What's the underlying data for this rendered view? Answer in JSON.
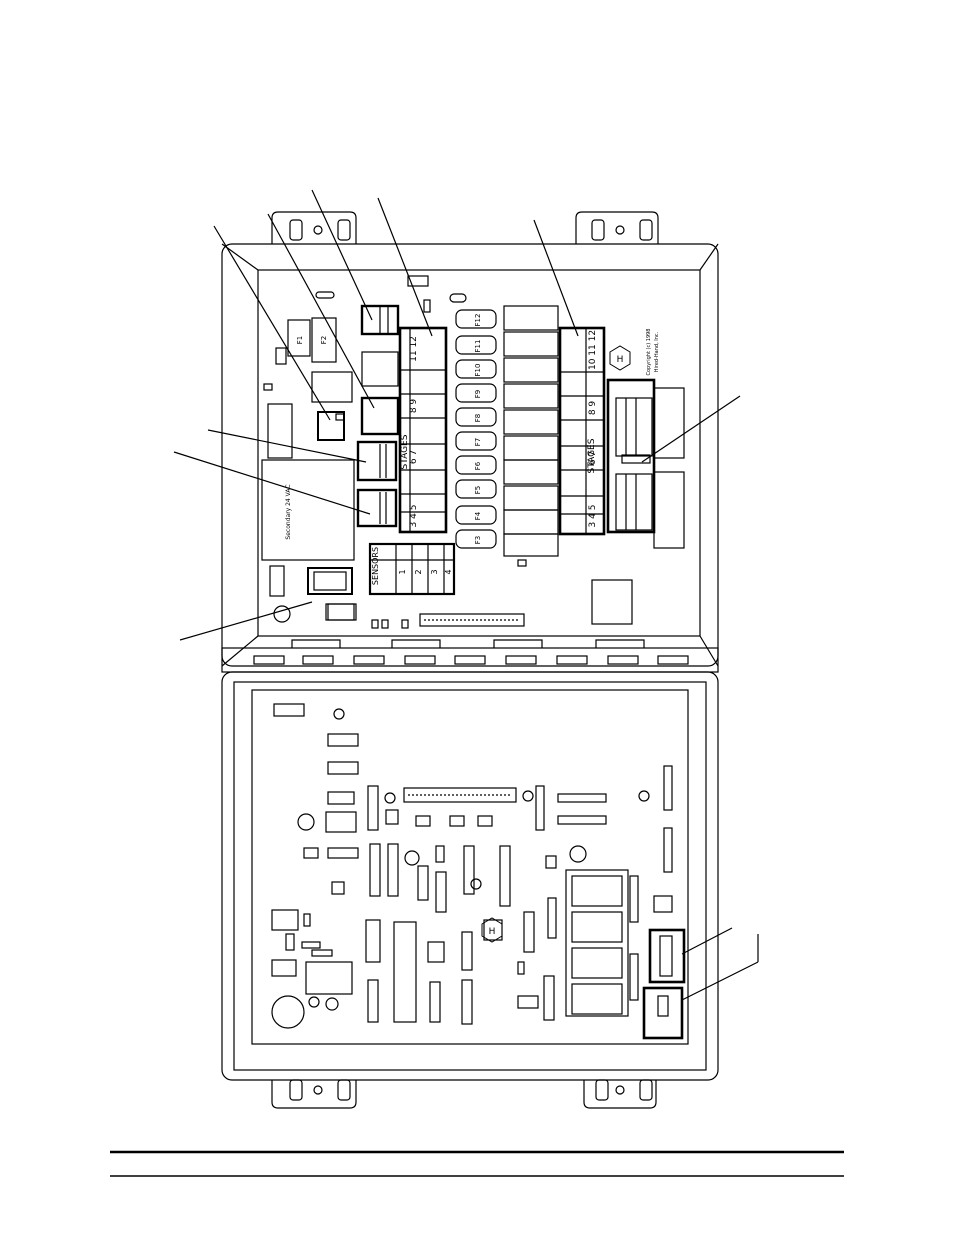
{
  "top_board": {
    "stage_label_left": "STAGES",
    "stage_label_right": "STAGES",
    "sensors_label": "SENSORS",
    "numbers_left": {
      "pair_a": "11 12",
      "pair_b": "8 9",
      "pair_c": "6 7",
      "pair_d": "3 4 5"
    },
    "numbers_right": {
      "pair_a": "10 11 12",
      "pair_b": "8 9",
      "pair_c": "6 7",
      "pair_d": "3 4 5"
    },
    "sensor_numbers": [
      "1",
      "2",
      "3",
      "4"
    ],
    "fuse_labels": [
      "F12",
      "F11",
      "F10",
      "F9",
      "F8",
      "F7",
      "F6",
      "F5",
      "F4",
      "F3"
    ],
    "fuse_big_labels": [
      "F1",
      "F2"
    ],
    "secondary_label": "Secondary 24 VAC",
    "copyright_lines": [
      "Copyright (c) 1998",
      "Hired-Hand, Inc."
    ]
  },
  "bottom_board": {
    "logo_text": "H"
  },
  "colors": {
    "ink": "#000000",
    "paper": "#ffffff"
  }
}
